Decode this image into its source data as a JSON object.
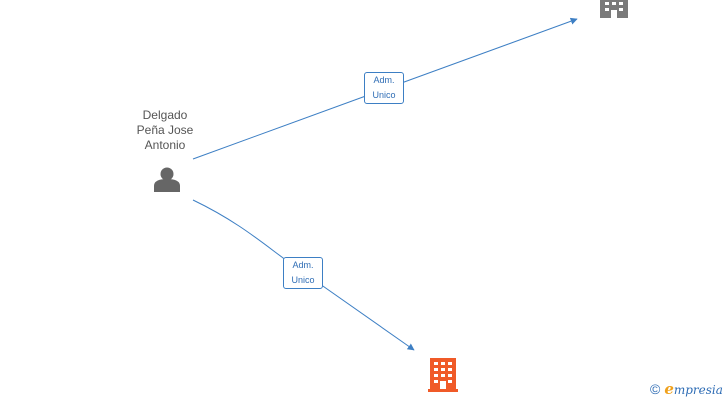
{
  "person": {
    "name": "Delgado\nPeña Jose\nAntonio",
    "icon": "person-icon",
    "color": "#666666"
  },
  "edges": [
    {
      "label_line1": "Adm.",
      "label_line2": "Unico",
      "target": "company-top"
    },
    {
      "label_line1": "Adm.",
      "label_line2": "Unico",
      "target": "company-bottom"
    }
  ],
  "companies": [
    {
      "id": "company-top",
      "icon": "building-icon",
      "color": "#7a7a7a"
    },
    {
      "id": "company-bottom",
      "icon": "building-icon",
      "color": "#f05a28"
    }
  ],
  "colors": {
    "edge": "#3d7fc4",
    "label_text": "#2f6db5"
  },
  "brand": {
    "copyright": "©",
    "logo_initial": "e",
    "logo_rest": "mpresia"
  }
}
